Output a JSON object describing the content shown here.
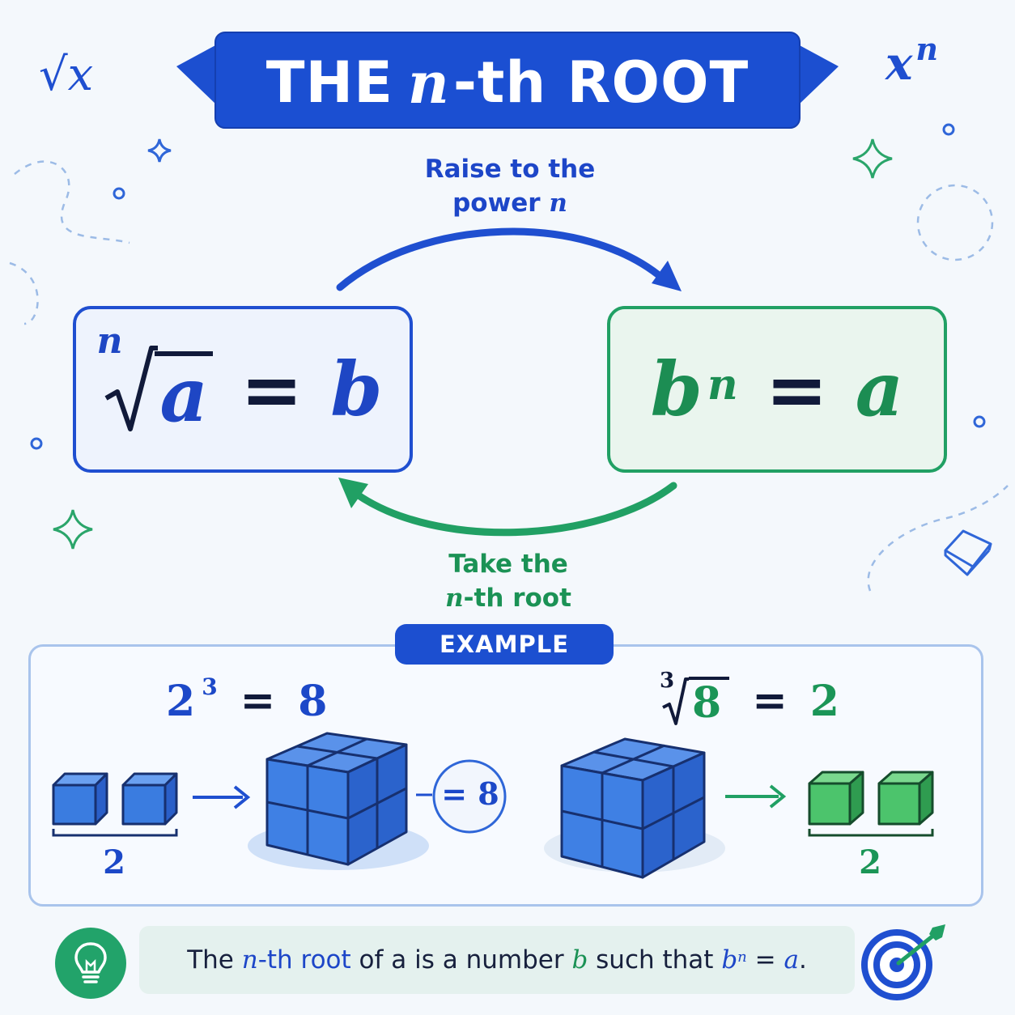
{
  "title": {
    "prefix": "THE",
    "variable": "n",
    "suffix": "-th ROOT"
  },
  "decorations": {
    "sqrt_x": "√x",
    "x_base": "x",
    "x_exp": "n"
  },
  "arrows": {
    "raise_label_line1": "Raise to the",
    "raise_label_line2": "power",
    "raise_label_var": "n",
    "root_label_line1": "Take the",
    "root_label_var": "n",
    "root_label_line2": "-th root"
  },
  "formula_root": {
    "index": "n",
    "radicand": "a",
    "equals": "=",
    "result": "b"
  },
  "formula_power": {
    "base": "b",
    "exponent": "n",
    "equals": "=",
    "result": "a"
  },
  "example": {
    "badge": "EXAMPLE",
    "left_base": "2",
    "left_exp": "3",
    "left_equals": "=",
    "left_result": "8",
    "left_count_label": "2",
    "cube_total_label": "= 8",
    "right_index": "3",
    "right_radicand": "8",
    "right_equals": "=",
    "right_result": "2",
    "right_count_label": "2"
  },
  "definition": {
    "part1": "The ",
    "n_var": "n",
    "part2": "-th root",
    "part3": " of a is a number ",
    "b_var": "b",
    "part4": " such that ",
    "b_var2": "b",
    "n_exp": "n",
    "part5": " = ",
    "a_var": "a",
    "part6": "."
  },
  "colors": {
    "blue": "#1f4fd0",
    "green": "#21a064",
    "cube_blue": "#3a7ce0",
    "cube_green": "#4cc46c"
  },
  "icons": [
    "lightbulb-icon",
    "target-icon",
    "cube-outline-icon",
    "sparkle-icon"
  ]
}
